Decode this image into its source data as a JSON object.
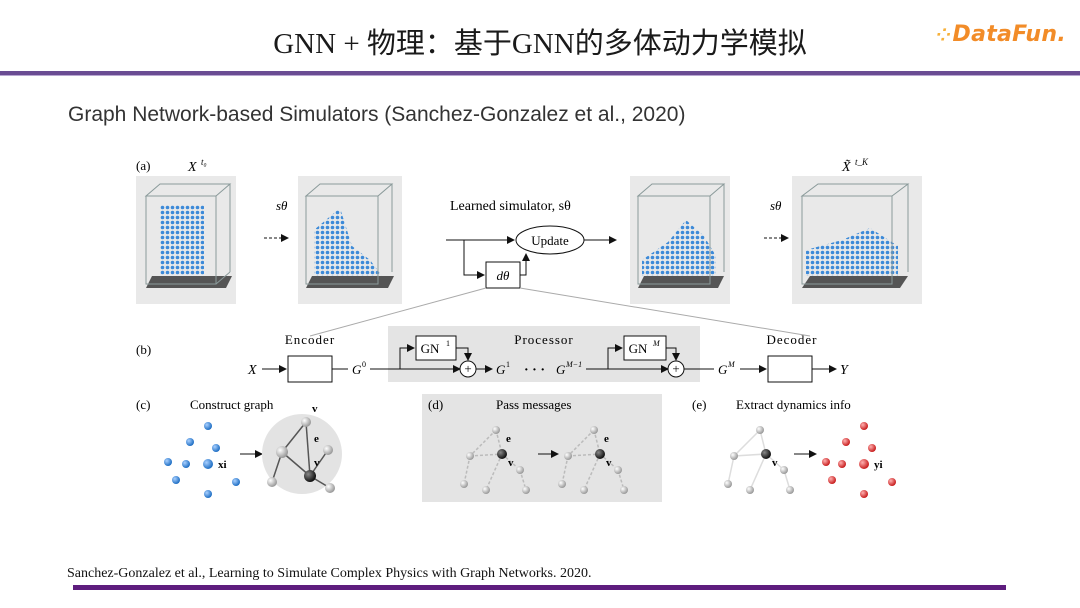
{
  "slide": {
    "title": "GNN + 物理：基于GNN的多体动力学模拟",
    "logo": "DataFun.",
    "subtitle": "Graph Network-based Simulators (Sanchez-Gonzalez et al., 2020)",
    "footer": "Sanchez-Gonzalez et al., Learning to Simulate Complex Physics with Graph Networks. 2020."
  },
  "figure": {
    "panel_a_label": "(a)",
    "panel_b_label": "(b)",
    "panel_c_label": "(c)",
    "panel_d_label": "(d)",
    "panel_e_label": "(e)",
    "x_t0": "X",
    "x_tk": "X̃",
    "s_theta": "sθ",
    "learned_simulator": "Learned simulator, sθ",
    "update": "Update",
    "d_theta": "dθ",
    "encoder": "Encoder",
    "processor": "Processor",
    "decoder": "Decoder",
    "gn1": "GN",
    "gnm": "GN",
    "x": "X",
    "y": "Y",
    "g0": "G",
    "g1": "G",
    "gm1": "G",
    "gm": "G",
    "ellipsis": "· · ·",
    "construct_graph": "Construct graph",
    "pass_messages": "Pass messages",
    "extract_dynamics": "Extract dynamics info",
    "xi": "xi",
    "yi": "yi",
    "vj0": "v",
    "eij0": "e",
    "vi0": "v",
    "eijm": "e",
    "vim": "v",
    "eijm1": "e",
    "vim1": "v",
    "viM": "v"
  },
  "colors": {
    "accent_purple": "#6a4c93",
    "footer_bar": "#5e1d7e",
    "logo_orange": "#f28c28",
    "particle_blue": "#3d8ad8",
    "particle_red": "#e33b3b"
  }
}
